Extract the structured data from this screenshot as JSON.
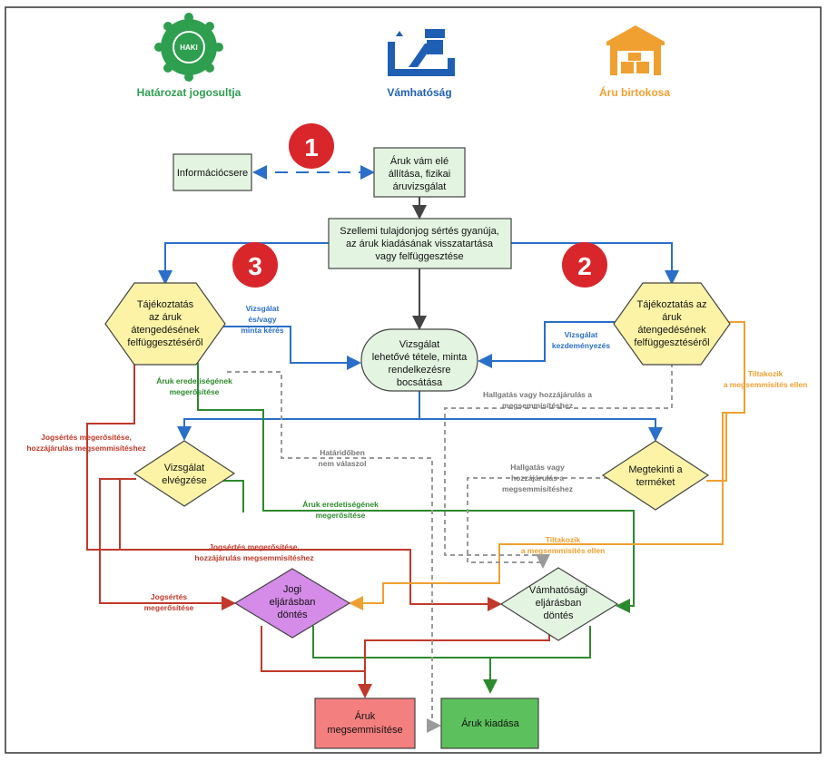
{
  "actors": {
    "rights_holder": {
      "label": "Határozat jogosultja",
      "color": "#2e9e4f",
      "icon": "seal-icon",
      "seal_text": "HAKI"
    },
    "customs": {
      "label": "Vámhatóság",
      "color": "#1f5fb3",
      "icon": "customs-officer-icon"
    },
    "goods_owner": {
      "label": "Áru birtokosa",
      "color": "#f0a030",
      "icon": "warehouse-icon"
    }
  },
  "markers": [
    "1",
    "2",
    "3"
  ],
  "nodes": {
    "info_exchange": "Információcsere",
    "presentation": [
      "Áruk vám elé",
      "állítása, fizikai",
      "áruvizsgálat"
    ],
    "suspicion": [
      "Szellemi tulajdonjog sértés gyanúja,",
      "az áruk kiadásának visszatartása",
      "vagy felfüggesztése"
    ],
    "notice_left": [
      "Tájékoztatás",
      "az áruk",
      "átengedésének",
      "felfüggesztéséről"
    ],
    "notice_right": [
      "Tájékoztatás az",
      "áruk",
      "átengedésének",
      "felfüggesztéséről"
    ],
    "examination": [
      "Vizsgálat",
      "lehetővé tétele, minta",
      "rendelkezésre",
      "bocsátása"
    ],
    "exam_done": [
      "Vizsgálat",
      "elvégzése"
    ],
    "inspects": [
      "Megtekinti a",
      "terméket"
    ],
    "legal_decision": [
      "Jogi",
      "eljárásban",
      "döntés"
    ],
    "customs_decision": [
      "Vámhatósági",
      "eljárásban",
      "döntés"
    ],
    "destruction": [
      "Áruk",
      "megsemmisítése"
    ],
    "release": "Áruk kiadása"
  },
  "edge_labels": {
    "exam_request": [
      "Vizsgálat",
      "és/vagy",
      "minta kérés"
    ],
    "exam_initiation": [
      "Vizsgálat",
      "kezdeményezés"
    ],
    "authenticity_1": [
      "Áruk eredetiségének",
      "megerősítése"
    ],
    "authenticity_2": [
      "Áruk eredetiségének",
      "megerősítése"
    ],
    "infringement_consent_1": [
      "Jogsértés megerősítése,",
      "hozzájárulás megsemmisítéshez"
    ],
    "infringement_consent_2": [
      "Jogsértés megerősítése,",
      "hozzájárulás megsemmisítéshez"
    ],
    "infringement": [
      "Jogsértés",
      "megerősítése"
    ],
    "no_reply": [
      "Határidőben",
      "nem válaszol"
    ],
    "silence_consent_1": [
      "Hallgatás vagy hozzájárulás a",
      "megsemmisítéshez"
    ],
    "silence_consent_2": [
      "Hallgatás vagy",
      "hozzájárulás a",
      "megsemmisítéshez"
    ],
    "objects_1": [
      "Tiltakozik",
      "a megsemmisítés ellen"
    ],
    "objects_2": [
      "Tiltakozik",
      "a megsemmisítés ellen"
    ]
  },
  "colors": {
    "blue": "#2a6fc9",
    "green": "#2d8a2d",
    "red": "#c0392b",
    "orange": "#f0a030",
    "gray": "#9a9a9a",
    "dark": "#444444",
    "light_green_fill": "#e3f5e1",
    "yellow_fill": "#fdf3a6",
    "purple_fill": "#d58be8",
    "red_fill": "#f47f7f",
    "green_fill": "#5cc15c",
    "marker_red": "#d9262b"
  }
}
